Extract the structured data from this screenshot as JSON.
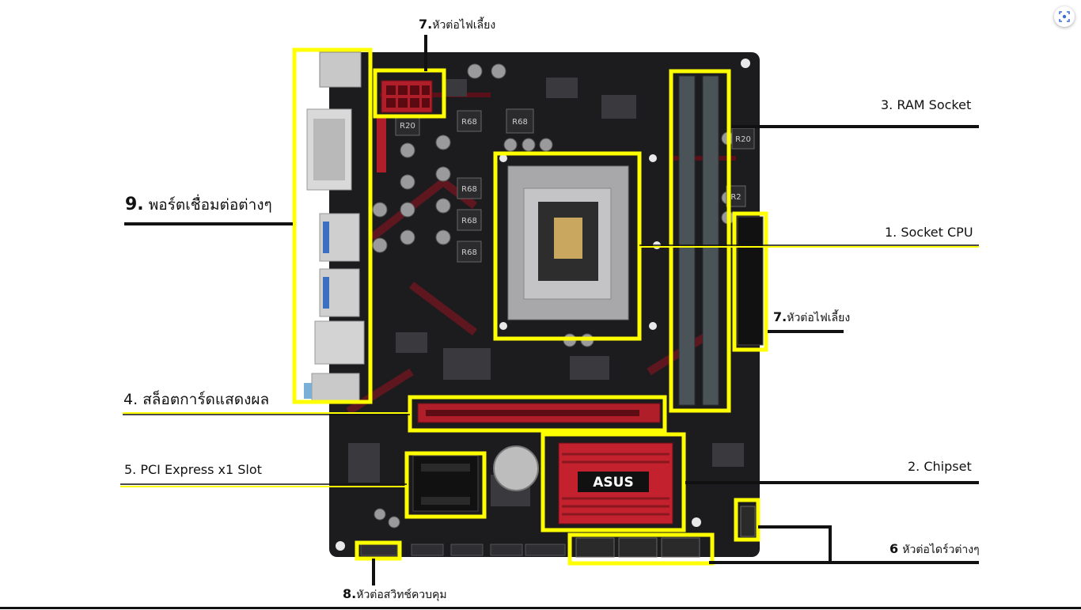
{
  "labels": {
    "power_top": {
      "num": "7.",
      "text": "หัวต่อไฟเลี้ยง"
    },
    "ram": "3. RAM Socket",
    "cpu": "1. Socket CPU",
    "power_right": {
      "num": "7.",
      "text": "หัวต่อไฟเลี้ยง"
    },
    "ports": {
      "num": "9.",
      "text": "พอร์ตเชื่อมต่อต่างๆ"
    },
    "gpu_slot": {
      "num": "4.",
      "text": "สล็อตการ์ดแสดงผล"
    },
    "pcie_x1": "5. PCI Express x1 Slot",
    "chipset": "2. Chipset",
    "drive_connectors": {
      "num": "6",
      "text": "หัวต่อไดร์วต่างๆ"
    },
    "switch_header": {
      "num": "8.",
      "text": "หัวต่อสวิทช์ควบคุม"
    }
  },
  "board": {
    "brand": "ASUS",
    "inductor_labels": [
      "R20",
      "R68",
      "R68",
      "R68",
      "R68",
      "R68",
      "R20",
      "R2"
    ]
  },
  "colors": {
    "highlight": "#ffff00",
    "leader": "#111111",
    "pcb": "#1c1c1f",
    "accent": "#b01e2a"
  },
  "icons": {
    "lens": "lens-icon"
  }
}
